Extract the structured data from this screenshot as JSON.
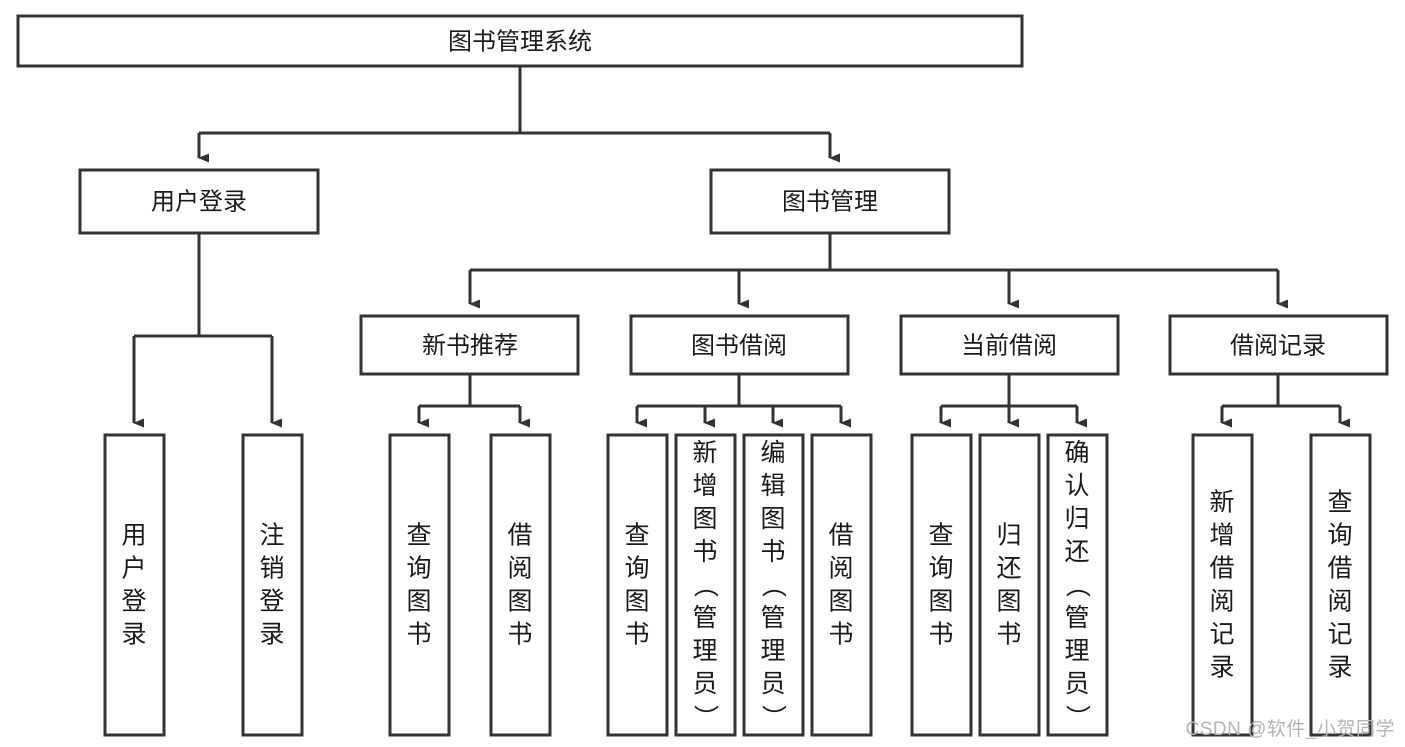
{
  "diagram": {
    "type": "tree-hierarchy-chart",
    "title": "图书管理系统",
    "orientation": "top-down",
    "colors": {
      "box_stroke": "#333333",
      "box_fill": "#ffffff",
      "link": "#333333",
      "text": "#1a1a1a",
      "watermark": "#b4b4b4",
      "background": "#ffffff"
    },
    "levels": [
      {
        "level": 1,
        "nodes": [
          {
            "id": "root",
            "label": "图书管理系统",
            "orientation": "horizontal"
          }
        ]
      },
      {
        "level": 2,
        "nodes": [
          {
            "id": "login",
            "label": "用户登录",
            "orientation": "horizontal",
            "parent": "root"
          },
          {
            "id": "bookmgmt",
            "label": "图书管理",
            "orientation": "horizontal",
            "parent": "root"
          }
        ]
      },
      {
        "level": 3,
        "nodes": [
          {
            "id": "newbook",
            "label": "新书推荐",
            "orientation": "horizontal",
            "parent": "bookmgmt"
          },
          {
            "id": "borrow",
            "label": "图书借阅",
            "orientation": "horizontal",
            "parent": "bookmgmt"
          },
          {
            "id": "current",
            "label": "当前借阅",
            "orientation": "horizontal",
            "parent": "bookmgmt"
          },
          {
            "id": "records",
            "label": "借阅记录",
            "orientation": "horizontal",
            "parent": "bookmgmt"
          }
        ]
      },
      {
        "level": 4,
        "nodes": [
          {
            "id": "leaf1",
            "label": "用户登录",
            "orientation": "vertical",
            "parent": "login"
          },
          {
            "id": "leaf2",
            "label": "注销登录",
            "orientation": "vertical",
            "parent": "login"
          },
          {
            "id": "leaf3",
            "label": "查询图书",
            "orientation": "vertical",
            "parent": "newbook"
          },
          {
            "id": "leaf4",
            "label": "借阅图书",
            "orientation": "vertical",
            "parent": "newbook"
          },
          {
            "id": "leaf5",
            "label": "查询图书",
            "orientation": "vertical",
            "parent": "borrow"
          },
          {
            "id": "leaf6",
            "label": "新增图书（管理员）",
            "orientation": "vertical",
            "parent": "borrow"
          },
          {
            "id": "leaf7",
            "label": "编辑图书（管理员）",
            "orientation": "vertical",
            "parent": "borrow"
          },
          {
            "id": "leaf8",
            "label": "借阅图书",
            "orientation": "vertical",
            "parent": "borrow"
          },
          {
            "id": "leaf9",
            "label": "查询图书",
            "orientation": "vertical",
            "parent": "current"
          },
          {
            "id": "leaf10",
            "label": "归还图书",
            "orientation": "vertical",
            "parent": "current"
          },
          {
            "id": "leaf11",
            "label": "确认归还（管理员）",
            "orientation": "vertical",
            "parent": "current"
          },
          {
            "id": "leaf12",
            "label": "新增借阅记录",
            "orientation": "vertical",
            "parent": "records"
          },
          {
            "id": "leaf13",
            "label": "查询借阅记录",
            "orientation": "vertical",
            "parent": "records"
          }
        ]
      }
    ]
  },
  "watermark": {
    "text": "CSDN @软件_小贺同学"
  }
}
